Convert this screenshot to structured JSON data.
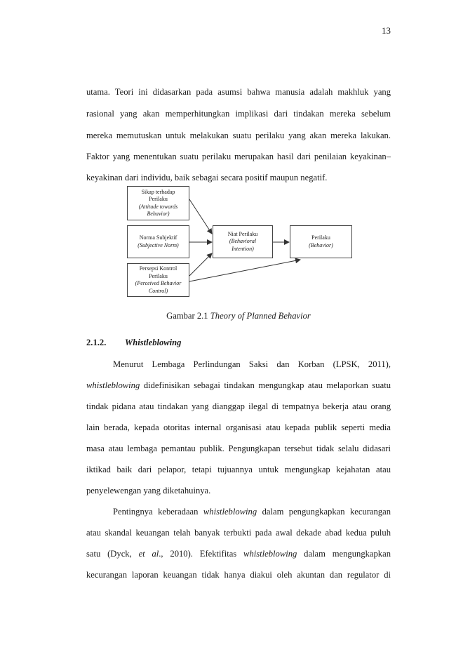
{
  "page_number": "13",
  "paragraph1": [
    "utama. Teori ini didasarkan pada asumsi bahwa manusia adalah makhluk yang",
    "rasional yang akan memperhitungkan implikasi dari tindakan mereka sebelum",
    "mereka memutuskan untuk melakukan suatu perilaku yang akan mereka lakukan.",
    "Faktor yang menentukan suatu perilaku merupakan hasil dari penilaian keyakinan–",
    "keyakinan dari individu, baik sebagai secara positif maupun negatif."
  ],
  "diagram": {
    "attitude": {
      "line1": "Sikap terhadap",
      "line2": "Perilaku",
      "line3": "(Attitude towards",
      "line4": "Behavior)"
    },
    "norm": {
      "line1": "Norma Subjektif",
      "line2": "(Subjective Norm)"
    },
    "control": {
      "line1": "Persepsi Kontrol",
      "line2": "Perilaku",
      "line3": "(Perceived Behavior",
      "line4": "Control)"
    },
    "intention": {
      "line1": "Niat Perilaku",
      "line2": "(Behavioral",
      "line3": "Intention)"
    },
    "behavior": {
      "line1": "Perilaku",
      "line2": "(Behavior)"
    }
  },
  "caption": {
    "prefix": "Gambar 2.1 ",
    "title": "Theory of Planned Behavior"
  },
  "section": {
    "number": "2.1.2.",
    "title": "Whistleblowing"
  },
  "paragraph2": {
    "line1": "Menurut Lembaga Perlindungan Saksi dan Korban (LPSK, 2011),",
    "line2_term": "whistleblowing",
    "line2_rest": " didefinisikan sebagai tindakan mengungkap atau melaporkan suatu",
    "line3": "tindak pidana atau tindakan yang dianggap ilegal di tempatnya bekerja atau orang",
    "line4": "lain berada, kepada otoritas internal organisasi atau kepada publik seperti media",
    "line5": "masa atau lembaga pemantau publik. Pengungkapan tersebut tidak selalu didasari",
    "line6": "iktikad baik dari pelapor, tetapi tujuannya untuk mengungkap kejahatan atau",
    "line7": "penyelewengan yang diketahuinya."
  },
  "paragraph3": {
    "line1_a": "Pentingnya keberadaan ",
    "line1_term": "whistleblowing",
    "line1_b": " dalam pengungkapkan kecurangan",
    "line2": "atau skandal keuangan telah banyak terbukti pada awal dekade abad kedua puluh",
    "line3_a": "satu (Dyck, ",
    "line3_etal": "et al",
    "line3_b": "., 2010). Efektifitas ",
    "line3_term": "whistleblowing",
    "line3_c": " dalam mengungkapkan",
    "line4": "kecurangan laporan keuangan tidak hanya diakui oleh akuntan dan regulator di"
  }
}
